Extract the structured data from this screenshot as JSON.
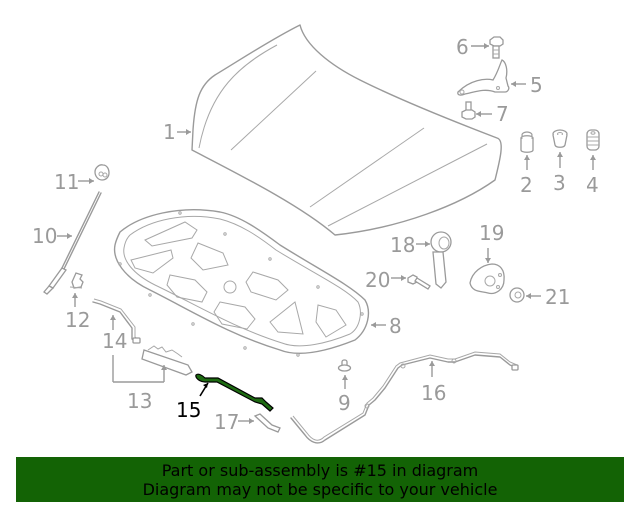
{
  "diagram": {
    "highlighted_part": "15",
    "highlight_color": "#1e6b12",
    "banner_color": "#136305",
    "callouts": [
      {
        "id": "1",
        "label": "1",
        "part": "hood-panel"
      },
      {
        "id": "2",
        "label": "2",
        "part": "bumper-stop"
      },
      {
        "id": "3",
        "label": "3",
        "part": "bumper-cushion"
      },
      {
        "id": "4",
        "label": "4",
        "part": "hood-bumper"
      },
      {
        "id": "5",
        "label": "5",
        "part": "hinge"
      },
      {
        "id": "6",
        "label": "6",
        "part": "hinge-bolt"
      },
      {
        "id": "7",
        "label": "7",
        "part": "hinge-bolt-lower"
      },
      {
        "id": "8",
        "label": "8",
        "part": "insulator-pad"
      },
      {
        "id": "9",
        "label": "9",
        "part": "pad-clip"
      },
      {
        "id": "10",
        "label": "10",
        "part": "support-rod"
      },
      {
        "id": "11",
        "label": "11",
        "part": "rod-grommet"
      },
      {
        "id": "12",
        "label": "12",
        "part": "rod-holder"
      },
      {
        "id": "13",
        "label": "13",
        "part": "latch-assembly"
      },
      {
        "id": "14",
        "label": "14",
        "part": "release-rod"
      },
      {
        "id": "15",
        "label": "15",
        "part": "latch-release-rod"
      },
      {
        "id": "16",
        "label": "16",
        "part": "release-cable"
      },
      {
        "id": "17",
        "label": "17",
        "part": "cable-clip"
      },
      {
        "id": "18",
        "label": "18",
        "part": "hood-latch-striker"
      },
      {
        "id": "19",
        "label": "19",
        "part": "hood-latch"
      },
      {
        "id": "20",
        "label": "20",
        "part": "latch-bolt"
      },
      {
        "id": "21",
        "label": "21",
        "part": "latch-nut"
      }
    ]
  },
  "banner": {
    "line1": "Part or sub-assembly is #15 in diagram",
    "line2": "Diagram may not be specific to your vehicle"
  }
}
